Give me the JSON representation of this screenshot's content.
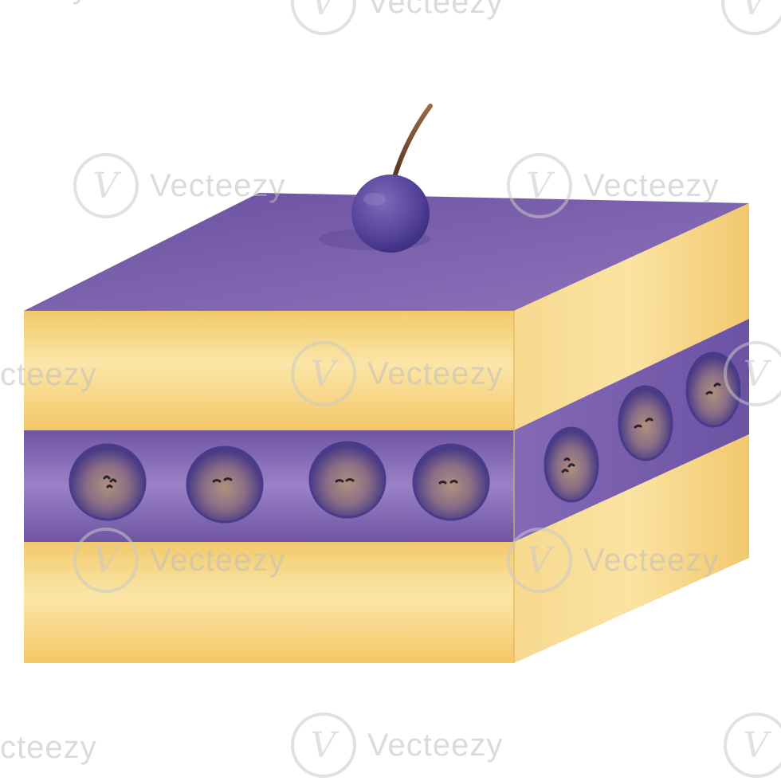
{
  "image": {
    "subject": "slice of layered blueberry cake with a berry on top",
    "background": "#ffffff"
  },
  "colors": {
    "frosting": "#7c5eab",
    "frosting_light": "#9a80c4",
    "sponge": "#f4d27f",
    "sponge_light": "#fbe6a6",
    "sponge_dark": "#e8b85c",
    "berry": "#5b4a9a",
    "berry_core": "#a88a7a",
    "stem": "#7a4a2a"
  },
  "watermark": {
    "brand": "Vecteezy",
    "partial_right": "Vecteezy",
    "partial_left": "cteezy",
    "logo_glyph": "V"
  }
}
